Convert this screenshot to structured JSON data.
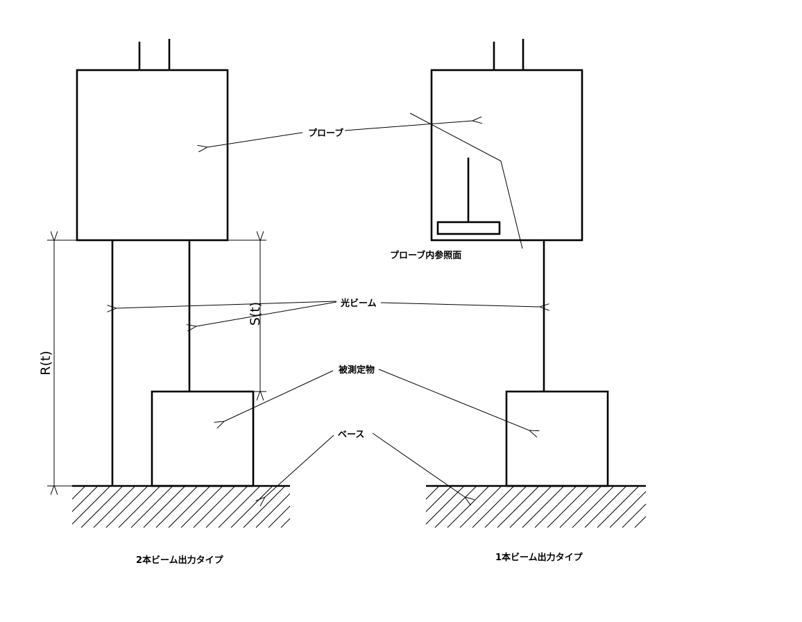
{
  "labels": {
    "probe": "プローブ",
    "probe_reference_surface": "プローブ内参照面",
    "light_beam": "光ビーム",
    "measured_object": "被測定物",
    "base": "ベース",
    "two_beam_type": "2本ビーム出力タイプ",
    "one_beam_type": "1本ビーム出力タイプ",
    "r_dimension": "R(t)",
    "s_dimension": "S(t)"
  }
}
